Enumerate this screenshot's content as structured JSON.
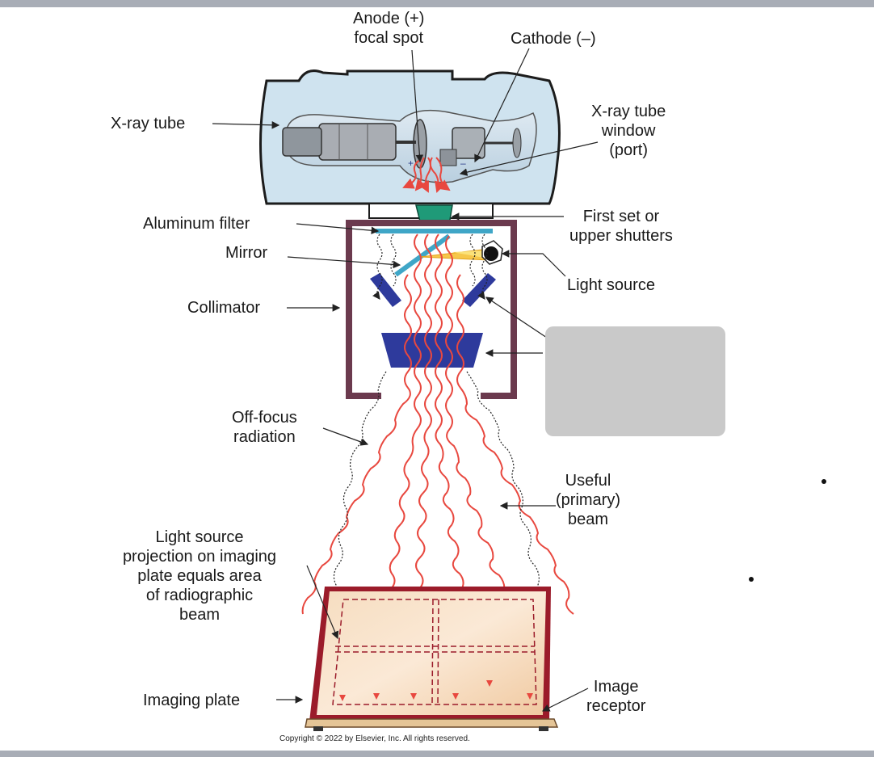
{
  "labels": {
    "anode": "Anode (+)\nfocal spot",
    "cathode": "Cathode (–)",
    "xray_tube": "X-ray tube",
    "tube_window": "X-ray tube\nwindow\n(port)",
    "aluminum_filter": "Aluminum filter",
    "first_shutters": "First set or\nupper shutters",
    "mirror": "Mirror",
    "light_source": "Light source",
    "collimator": "Collimator",
    "off_focus": "Off-focus\nradiation",
    "useful_beam": "Useful\n(primary)\nbeam",
    "light_projection": "Light source\nprojection on imaging\nplate equals area\nof radiographic\nbeam",
    "imaging_plate": "Imaging plate",
    "image_receptor": "Image\nreceptor"
  },
  "copyright": "Copyright © 2022 by Elsevier, Inc. All rights reserved.",
  "colors": {
    "housing_fill": "#cfe3ef",
    "beam": "#e8483f",
    "shutter": "#2e3a9c",
    "collimator": "#6b3a4e",
    "filter": "#3fa6c7",
    "plate": "#f3d3b0",
    "plate_frame": "#9b1b2a"
  }
}
